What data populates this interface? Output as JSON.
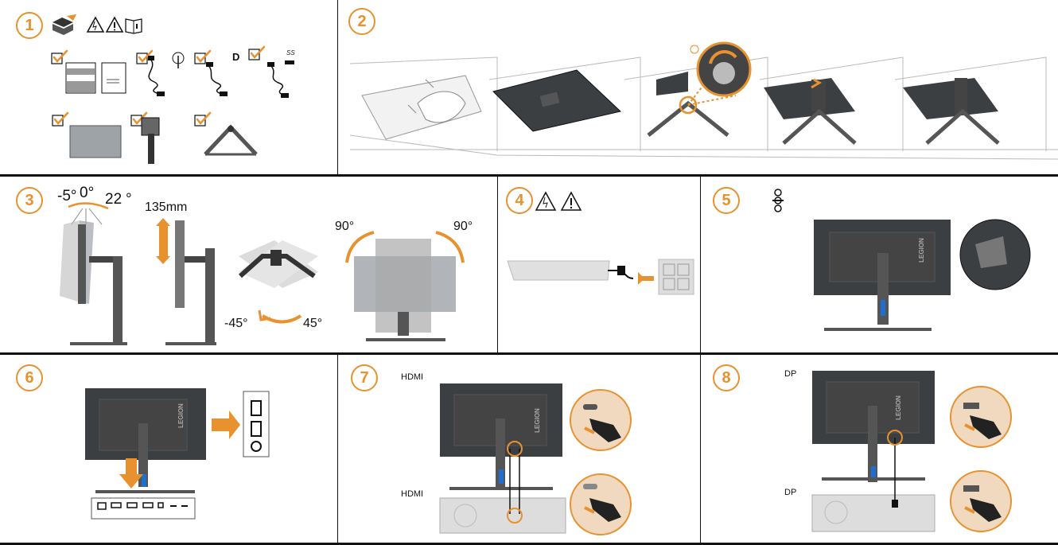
{
  "steps": [
    "1",
    "2",
    "3",
    "4",
    "5",
    "6",
    "7",
    "8"
  ],
  "step3": {
    "tilt_back": "-5°",
    "tilt_zero": "0°",
    "tilt_forward": "22",
    "tilt_forward_deg": "°",
    "height": "135mm",
    "swivel_left": "-45°",
    "swivel_right": "45°",
    "pivot_left": "90°",
    "pivot_right": "90°"
  },
  "step7": {
    "label_top": "HDMI",
    "label_bottom": "HDMI"
  },
  "step8": {
    "label_top": "DP",
    "label_bottom": "DP"
  },
  "brand": "LEGION",
  "dp_logo": "D",
  "usb_logo": "SS",
  "colors": {
    "accent": "#e8912f",
    "monitor": "#3c3f42",
    "panel_gray": "#9ea3a8",
    "line": "#111111"
  }
}
